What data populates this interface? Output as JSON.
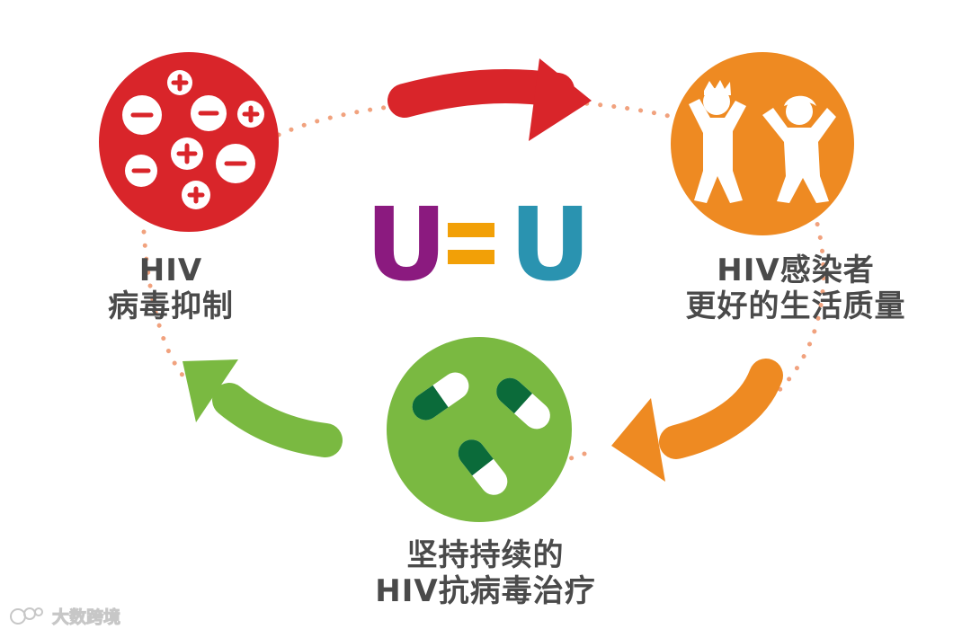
{
  "title": {
    "left": "U",
    "right": "U",
    "colors": {
      "left_u": "#8b1a7f",
      "equals": "#f2a007",
      "right_u": "#2a93b0"
    }
  },
  "nodes": [
    {
      "id": "viral-suppression",
      "lines": [
        "HIV",
        "病毒抑制"
      ],
      "color": "#d9252a",
      "icon": "plus-minus-particles-icon"
    },
    {
      "id": "quality-of-life",
      "lines": [
        "HIV感染者",
        "更好的生活质量"
      ],
      "color": "#ee8a22",
      "icon": "people-figures-icon"
    },
    {
      "id": "treatment",
      "lines": [
        "坚持持续的",
        "HIV抗病毒治疗"
      ],
      "color": "#7ab941",
      "icon": "capsules-icon"
    }
  ],
  "arrows": [
    {
      "from": "viral-suppression",
      "to": "quality-of-life",
      "color": "#d9252a"
    },
    {
      "from": "quality-of-life",
      "to": "treatment",
      "color": "#ee8a22"
    },
    {
      "from": "treatment",
      "to": "viral-suppression",
      "color": "#7ab941"
    }
  ],
  "watermark": {
    "text": "大数跨境",
    "icon": "logo-icon"
  }
}
